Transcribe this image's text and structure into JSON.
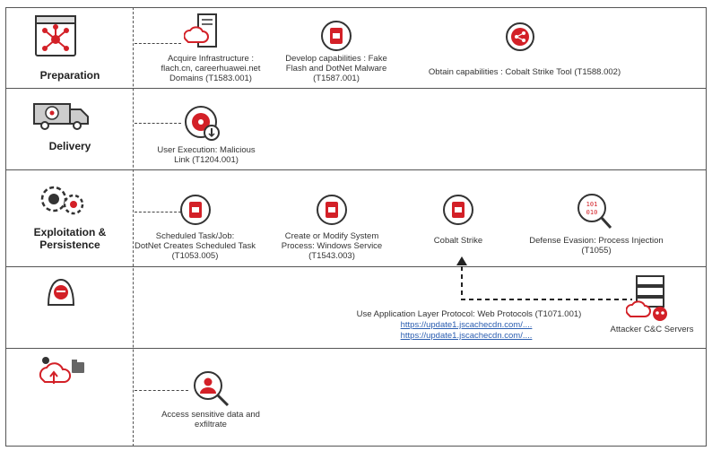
{
  "stages": [
    {
      "label": "Preparation",
      "icon": "network-window-icon"
    },
    {
      "label": "Delivery",
      "icon": "biohazard-truck-icon"
    },
    {
      "label": "Exploitation &\nPersistence",
      "icon": "gears-icon"
    },
    {
      "label": "",
      "icon": "hacker-icon"
    },
    {
      "label": "",
      "icon": "cloud-upload-icon"
    }
  ],
  "preparation": {
    "acquire_infrastructure": "Acquire Infrastructure :\nflach.cn, careerhuawei.net\nDomains  (T1583.001)",
    "develop_capabilities": "Develop capabilities : Fake\nFlash and DotNet Malware\n(T1587.001)",
    "obtain_capabilities": "Obtain capabilities : Cobalt Strike Tool (T1588.002)"
  },
  "delivery": {
    "user_execution": "User Execution: Malicious\nLink (T1204.001)"
  },
  "exploitation": {
    "scheduled_task": "Scheduled Task/Job:\nDotNet Creates Scheduled Task\n(T1053.005)",
    "system_process": "Create or Modify System\nProcess: Windows Service\n(T1543.003)",
    "cobalt_strike": "Cobalt Strike",
    "defense_evasion": "Defense Evasion: Process Injection (T1055)"
  },
  "command_control": {
    "protocol": "Use Application Layer Protocol: Web Protocols (T1071.001)",
    "url1": "https://update1.jscachecdn.com/....",
    "url2": "https://update1.jscachecdn.com/....",
    "servers": "Attacker C&C Servers"
  },
  "exfiltration": {
    "access_data": "Access sensitive data and\nexfiltrate"
  },
  "colors": {
    "accent": "#d32027",
    "dark": "#333333",
    "line": "#555555"
  }
}
